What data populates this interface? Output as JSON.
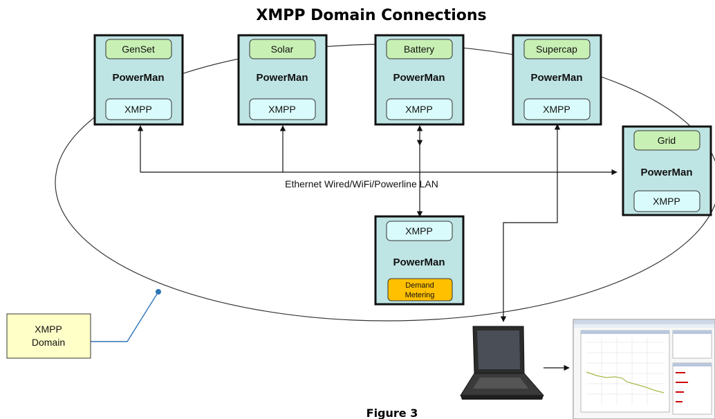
{
  "title": "XMPP Domain Connections",
  "caption": "Figure 3",
  "nodes": {
    "genset": {
      "source": "GenSet",
      "name": "PowerMan",
      "protocol": "XMPP"
    },
    "solar": {
      "source": "Solar",
      "name": "PowerMan",
      "protocol": "XMPP"
    },
    "battery": {
      "source": "Battery",
      "name": "PowerMan",
      "protocol": "XMPP"
    },
    "supercap": {
      "source": "Supercap",
      "name": "PowerMan",
      "protocol": "XMPP"
    },
    "grid": {
      "source": "Grid",
      "name": "PowerMan",
      "protocol": "XMPP"
    },
    "demand": {
      "protocol": "XMPP",
      "name": "PowerMan",
      "function_line1": "Demand",
      "function_line2": "Metering"
    }
  },
  "network_label": "Ethernet Wired/WiFi/Powerline LAN",
  "legend": {
    "line1": "XMPP",
    "line2": "Domain"
  },
  "icons": [
    "laptop-icon",
    "dashboard-screenshot-icon",
    "arrow-icon"
  ],
  "colors": {
    "node_fill": "#bfe4e4",
    "source_fill": "#c8f0b4",
    "xmpp_fill": "#d9fbfb",
    "demand_fill": "#ffc000",
    "legend_fill": "#ffffc8",
    "domain_marker": "#2e75b6"
  }
}
